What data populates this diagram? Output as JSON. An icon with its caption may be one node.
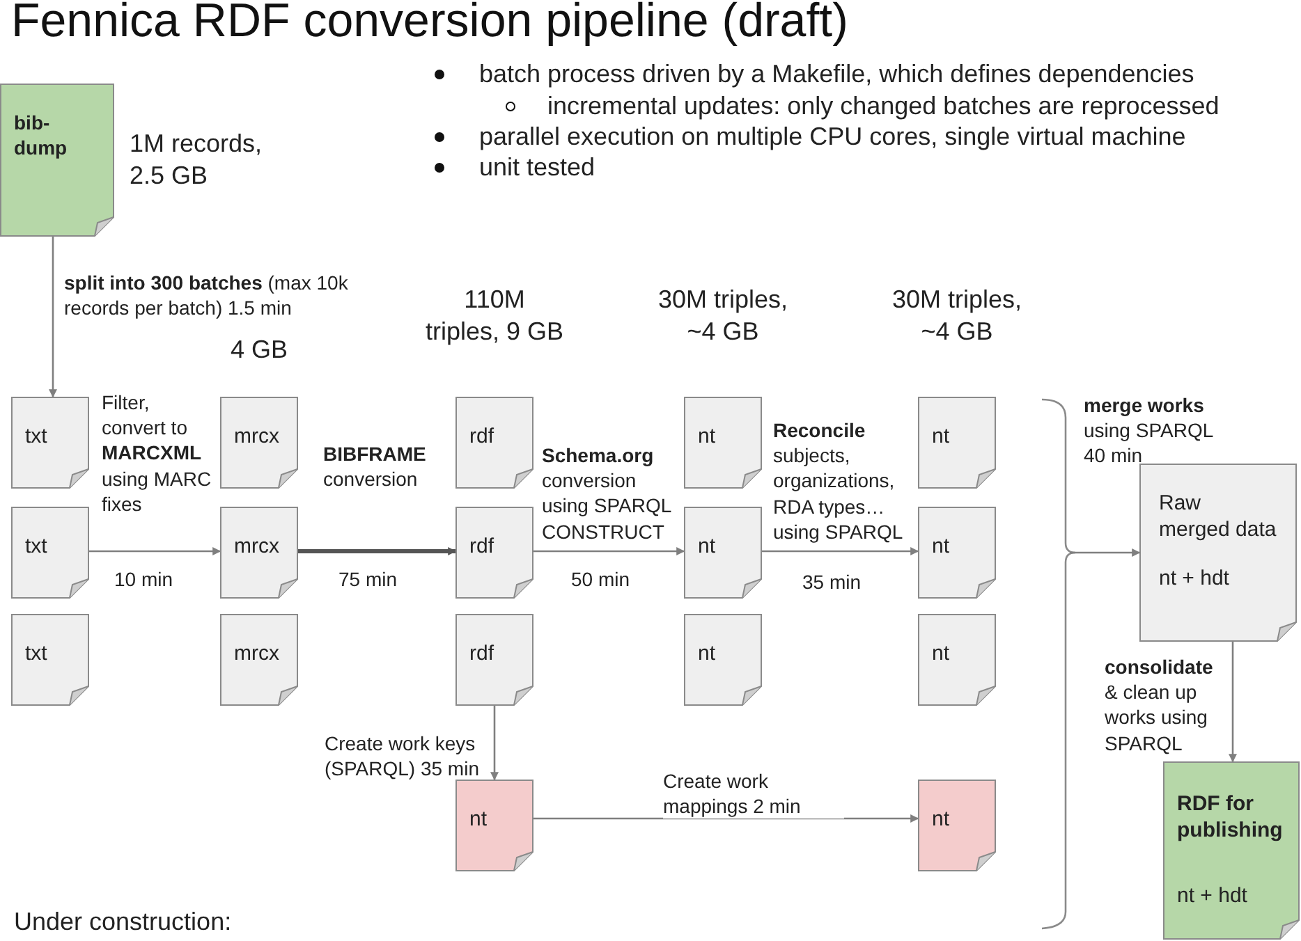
{
  "diagram": {
    "title": "Fennica RDF conversion pipeline (draft)",
    "nodes": [
      {
        "text": [
          "bib-dump"
        ],
        "beside": [
          "1M records, 2.5 GB"
        ]
      },
      {
        "text": [
          "txt"
        ]
      },
      {
        "text": [
          "txt"
        ]
      },
      {
        "text": [
          "txt"
        ]
      },
      {
        "text": [
          "mrcx"
        ]
      },
      {
        "text": [
          "mrcx"
        ]
      },
      {
        "text": [
          "mrcx"
        ]
      },
      {
        "text": [
          "rdf"
        ]
      },
      {
        "text": [
          "rdf"
        ]
      },
      {
        "text": [
          "rdf"
        ]
      },
      {
        "text": [
          "nt"
        ]
      },
      {
        "text": [
          "nt"
        ]
      },
      {
        "text": [
          "nt"
        ]
      },
      {
        "text": [
          "nt"
        ]
      },
      {
        "text": [
          "nt"
        ]
      },
      {
        "text": [
          "nt"
        ]
      },
      {
        "text": [
          "nt"
        ]
      },
      {
        "text": [
          "nt"
        ]
      },
      {
        "text": [
          "Raw merged data",
          "nt + hdt"
        ]
      },
      {
        "text": [
          "RDF for publishing",
          "nt + hdt"
        ]
      }
    ],
    "edges": [
      {
        "from": 0,
        "to": 1,
        "arrow": "to",
        "label": "**split into 300 batches** (max 10k records per batch) 1.5 min"
      },
      {
        "from": 2,
        "to": 5,
        "arrow": "to",
        "label": "Filter, convert to **MARCXML** using MARC fixes"
      },
      {
        "from": 5,
        "to": 8,
        "arrow": "to",
        "style": "thick",
        "label": "**BIBFRAME** conversion"
      },
      {
        "from": 8,
        "to": 11,
        "arrow": "to",
        "label": "**Schema.org** conversion using SPARQL CONSTRUCT"
      },
      {
        "from": 11,
        "to": 14,
        "arrow": "to",
        "label": "**Reconcile** subjects, organizations, RDA types… using SPARQL"
      },
      {
        "from": 9,
        "to": 16,
        "arrow": "to",
        "label": "Create work keys (SPARQL) 35 min"
      },
      {
        "from": 16,
        "to": 17,
        "arrow": "to",
        "label": "Create work mappings 2 min"
      },
      {
        "from": null,
        "to": 18,
        "arrow": "to",
        "label": "**merge works** using SPARQL 40 min"
      },
      {
        "from": 18,
        "to": 19,
        "arrow": "to",
        "label": "**consolidate** & clean up works using SPARQL"
      }
    ],
    "labels": [
      "batch process driven by a Makefile, which defines dependencies",
      "incremental updates: only changed batches are reprocessed",
      "parallel execution on multiple CPU cores, single virtual machine",
      "unit tested",
      "4 GB",
      "110M triples, 9 GB",
      "30M triples, ~4 GB",
      "30M triples, ~4 GB",
      "10 min",
      "75 min",
      "50 min",
      "35 min",
      "Under construction:"
    ]
  }
}
